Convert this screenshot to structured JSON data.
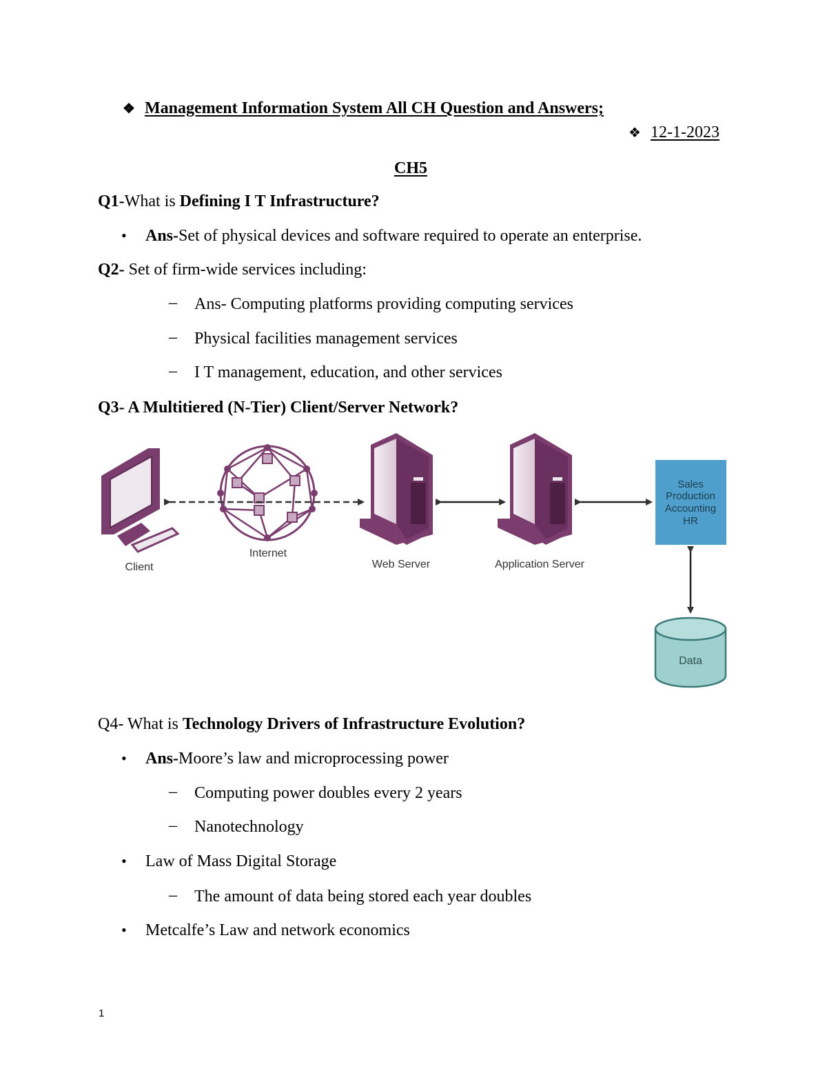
{
  "header": {
    "title": "Management Information System All CH Question and Answers;",
    "date": "12-1-2023",
    "chapter": "CH5"
  },
  "q1": {
    "prefix": "Q1-",
    "text": "What is ",
    "bold": "Defining I T Infrastructure?",
    "answer_label": "Ans-",
    "answer": "Set of physical devices and software required to operate an enterprise."
  },
  "q2": {
    "prefix": "Q2-",
    "text": " Set of firm-wide services including:",
    "items": [
      "Ans- Computing platforms providing computing services",
      "Physical facilities management services",
      "I T management, education, and other services"
    ]
  },
  "q3": {
    "title": "Q3- A Multitiered (N-Tier) Client/Server Network?"
  },
  "diagram": {
    "client": "Client",
    "internet": "Internet",
    "web_server": "Web Server",
    "app_server": "Application Server",
    "departments": [
      "Sales",
      "Production",
      "Accounting",
      "HR"
    ],
    "data": "Data",
    "colors": {
      "purple": "#7a3d6e",
      "box": "#4f9fcc",
      "cylinder": "#9ed0cf"
    }
  },
  "q4": {
    "prefix": "Q4- What is ",
    "bold": "Technology Drivers of Infrastructure Evolution?",
    "answer_label": "Ans-",
    "answer": "Moore’s law and microprocessing power",
    "sub1": [
      "Computing power doubles every 2 years",
      "Nanotechnology"
    ],
    "bullet2": "Law of Mass Digital Storage",
    "sub2": [
      "The amount of data being stored each year doubles"
    ],
    "bullet3": "Metcalfe’s Law and network economics"
  },
  "page_number": "1"
}
